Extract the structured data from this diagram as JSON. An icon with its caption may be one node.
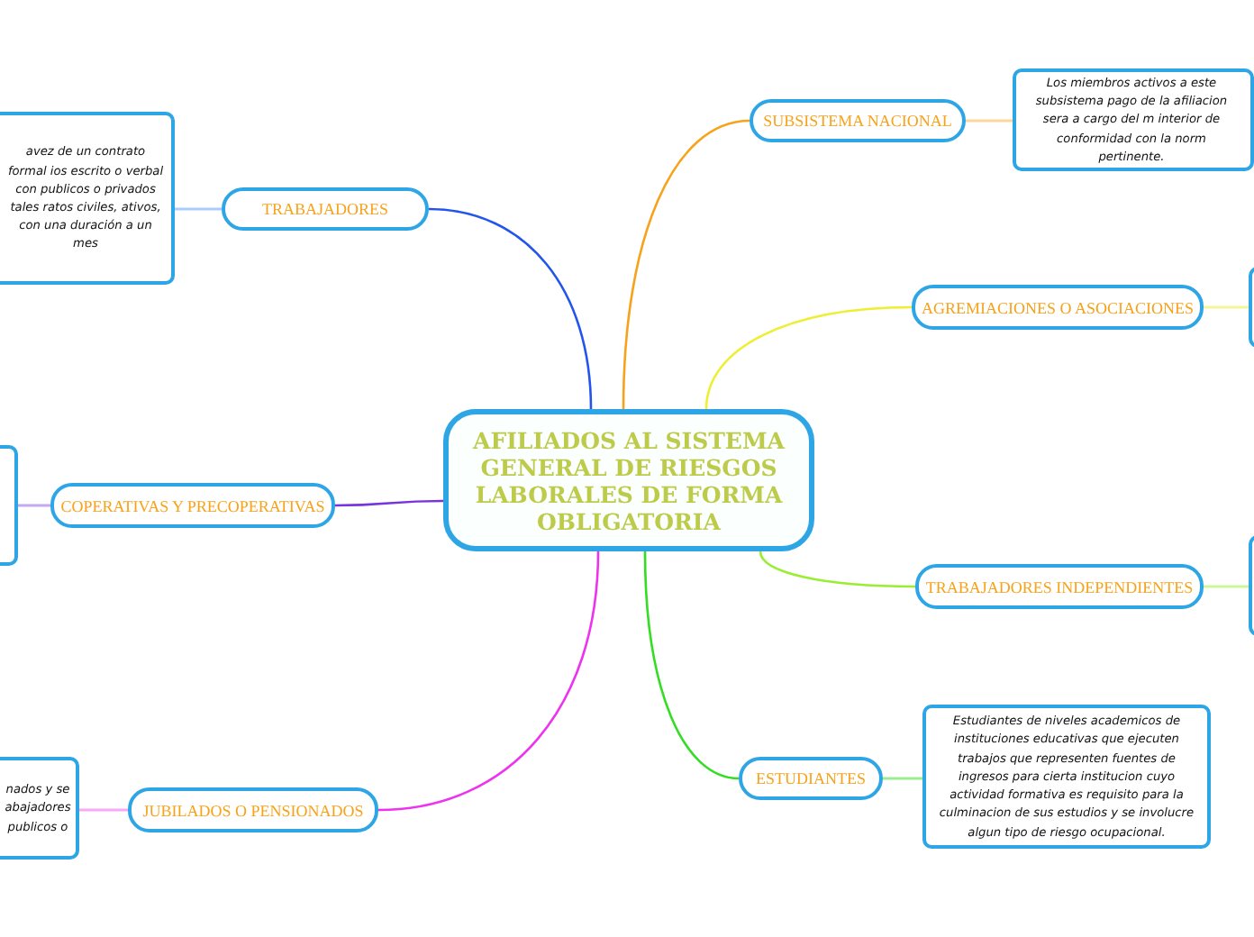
{
  "diagram": {
    "nodes": [
      {
        "text": [
          "AFILIADOS AL SISTEMA GENERAL DE RIESGOS LABORALES DE FORMA OBLIGATORIA"
        ]
      },
      {
        "text": [
          "SUBSISTEMA NACIONAL"
        ]
      },
      {
        "text": [
          "Los miembros activos a este subsistema pago de la afiliacion sera a cargo del m interior de conformidad con la norm pertinente."
        ]
      },
      {
        "text": [
          "AGREMIACIONES O ASOCIACIONES"
        ]
      },
      {
        "text": [],
        "shape": "box"
      },
      {
        "text": [
          "TRABAJADORES INDEPENDIENTES"
        ]
      },
      {
        "text": [],
        "shape": "box"
      },
      {
        "text": [
          "ESTUDIANTES"
        ]
      },
      {
        "text": [
          "Estudiantes de niveles academicos de instituciones educativas que ejecuten trabajos que representen fuentes de ingresos para cierta institucion cuyo actividad formativa es requisito para la culminacion de sus estudios y se involucre algun tipo de riesgo ocupacional."
        ]
      },
      {
        "text": [
          "TRABAJADORES"
        ]
      },
      {
        "text": [
          "avez de un contrato formal ios escrito o verbal con publicos o privados tales ratos civiles, ativos, con una duración a un mes"
        ]
      },
      {
        "text": [
          "COPERATIVAS Y PRECOPERATIVAS"
        ]
      },
      {
        "text": [],
        "shape": "box"
      },
      {
        "text": [
          "JUBILADOS O PENSIONADOS"
        ]
      },
      {
        "text": [
          "nados y se abajadores publicos o"
        ]
      }
    ],
    "edges": [
      {
        "from": 0,
        "to": 1,
        "arrow": "none",
        "color": "#f7a21b"
      },
      {
        "from": 1,
        "to": 2,
        "arrow": "none",
        "color": "#fcd79a"
      },
      {
        "from": 0,
        "to": 3,
        "arrow": "none",
        "color": "#eeee33"
      },
      {
        "from": 3,
        "to": 4,
        "arrow": "none",
        "color": "#f5f59a"
      },
      {
        "from": 0,
        "to": 5,
        "arrow": "none",
        "color": "#99ee33"
      },
      {
        "from": 5,
        "to": 6,
        "arrow": "none",
        "color": "#ccf79a"
      },
      {
        "from": 0,
        "to": 7,
        "arrow": "none",
        "color": "#33dd22"
      },
      {
        "from": 7,
        "to": 8,
        "arrow": "none",
        "color": "#99ee91"
      },
      {
        "from": 0,
        "to": 9,
        "arrow": "none",
        "color": "#2255ee"
      },
      {
        "from": 9,
        "to": 10,
        "arrow": "none",
        "color": "#aaccff"
      },
      {
        "from": 0,
        "to": 11,
        "arrow": "none",
        "color": "#7733dd"
      },
      {
        "from": 11,
        "to": 12,
        "arrow": "none",
        "color": "#c4a8f0"
      },
      {
        "from": 0,
        "to": 13,
        "arrow": "none",
        "color": "#ee33ee"
      },
      {
        "from": 13,
        "to": 14,
        "arrow": "none",
        "color": "#f7a8f7"
      }
    ]
  }
}
